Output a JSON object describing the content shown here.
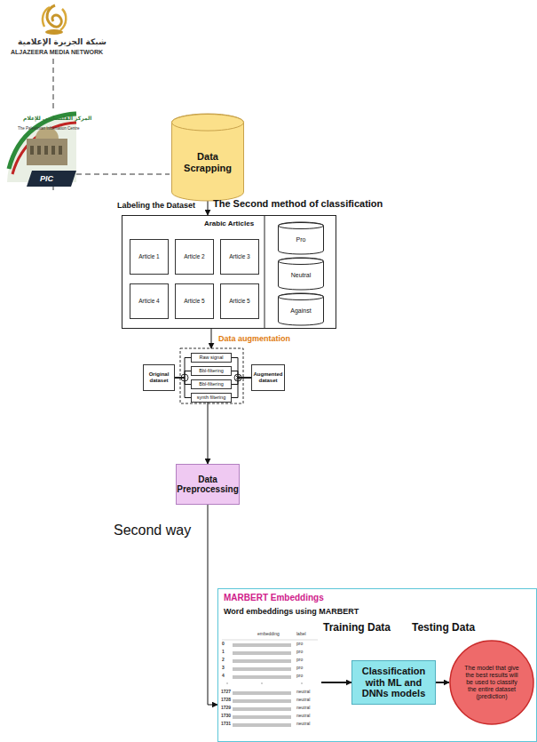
{
  "diagram": {
    "nodes": [
      {
        "text": [
          "Data Scrapping"
        ]
      },
      {
        "text": [
          "Arabic Articles"
        ]
      },
      {
        "text": [
          "Article 1"
        ],
        "in": 1
      },
      {
        "text": [
          "Article 2"
        ],
        "in": 1
      },
      {
        "text": [
          "Article 3"
        ],
        "in": 1
      },
      {
        "text": [
          "Article 4"
        ],
        "in": 1
      },
      {
        "text": [
          "Article 5"
        ],
        "in": 1
      },
      {
        "text": [
          "Article 5"
        ],
        "in": 1
      },
      {
        "text": [
          "Pro"
        ],
        "in": 1
      },
      {
        "text": [
          "Neutral"
        ],
        "in": 1
      },
      {
        "text": [
          "Against"
        ],
        "in": 1
      },
      {
        "text": [
          "Original dataset"
        ]
      },
      {
        "text": [
          "Raw signal"
        ]
      },
      {
        "text": [
          "Bbl-filtering"
        ]
      },
      {
        "text": [
          "Bbl-filtering"
        ]
      },
      {
        "text": [
          "synth filtering"
        ]
      },
      {
        "text": [
          "Augmented dataset"
        ]
      },
      {
        "text": [
          "Data Preprocessing"
        ]
      },
      {
        "text": [
          "MARBERT Embeddings",
          "Word embeddings using MARBERT"
        ]
      },
      {
        "text": [
          "Classification with ML and DNNs models"
        ],
        "in": 18
      },
      {
        "text": [
          "The model that give the best results will be used to classify the entire dataset (prediction)"
        ],
        "in": 18
      }
    ],
    "edges": [
      {
        "from": 0,
        "to": 1,
        "arrow": "to",
        "label": "Labeling the Dataset"
      },
      {
        "from": 1,
        "to": 12,
        "arrow": "to",
        "label": "Data augmentation"
      },
      {
        "from": 11,
        "to": 12,
        "arrow": "none"
      },
      {
        "from": 11,
        "to": 13,
        "arrow": "none"
      },
      {
        "from": 11,
        "to": 14,
        "arrow": "none"
      },
      {
        "from": 11,
        "to": 15,
        "arrow": "none"
      },
      {
        "from": 12,
        "to": 16,
        "arrow": "none"
      },
      {
        "from": 13,
        "to": 16,
        "arrow": "none"
      },
      {
        "from": 14,
        "to": 16,
        "arrow": "none"
      },
      {
        "from": 15,
        "to": 16,
        "arrow": "none"
      },
      {
        "from": 15,
        "to": 17,
        "arrow": "to"
      },
      {
        "from": 17,
        "to": 18,
        "arrow": "to"
      },
      {
        "from": 18,
        "to": 19,
        "arrow": "to",
        "label": "Training Data"
      },
      {
        "from": 19,
        "to": 20,
        "arrow": "to",
        "label": "Testing Data"
      }
    ],
    "labels": [
      "شبكة الجزيرة الإعلامية",
      "ALJAZEERA MEDIA NETWORK",
      "المركز الفلسطيني للإعلام",
      "The Palestinian Information Centre",
      "PIC",
      "The Second method of classification",
      "Second way",
      "embedding",
      "label",
      "0",
      "1",
      "2",
      "3",
      "4",
      "pro",
      "pro",
      "pro",
      "pro",
      "pro",
      "1727",
      "1728",
      "1729",
      "1730",
      "1731",
      "neutral",
      "neutral",
      "neutral",
      "neutral",
      "neutral"
    ]
  }
}
